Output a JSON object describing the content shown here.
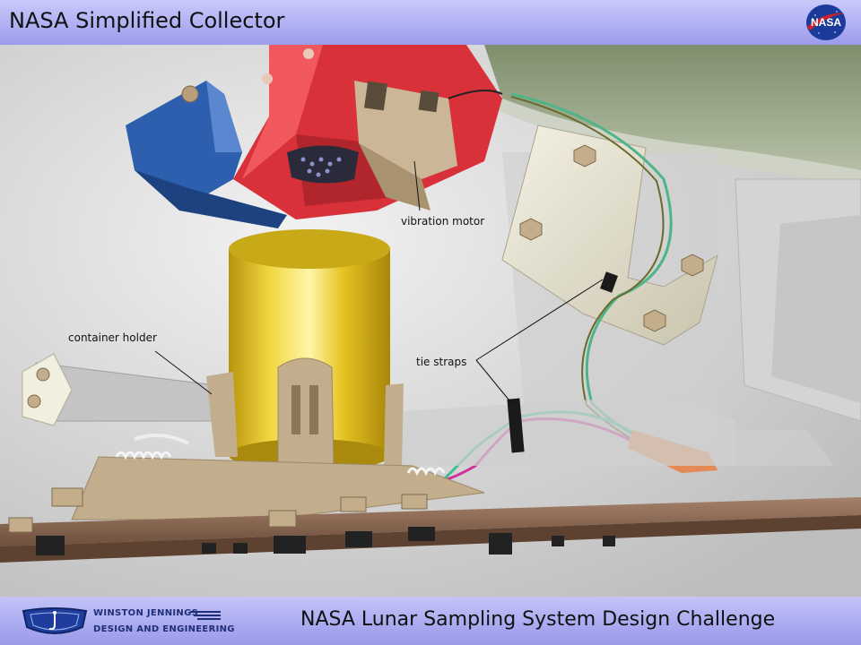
{
  "header": {
    "title": "NASA Simplified Collector",
    "logo_icon": "nasa-meatball-logo"
  },
  "footer": {
    "subtitle": "NASA Lunar Sampling System Design Challenge",
    "company_line1": "WINSTON JENNINGS",
    "company_line2": "DESIGN AND ENGINEERING",
    "company_logo_icon": "winston-jennings-logo"
  },
  "callouts": {
    "vibration_motor": "vibration motor",
    "container_holder": "container holder",
    "tie_straps": "tie straps"
  },
  "colors": {
    "header_bg": "#b0b0f3",
    "container": "#e2c21a",
    "hopper": "#d8313a",
    "blue_part": "#2d5fae",
    "holder": "#c2ad8c",
    "base_plate": "#8a6a55",
    "wire_green": "#3fbf8f",
    "wire_magenta": "#d0309a"
  }
}
